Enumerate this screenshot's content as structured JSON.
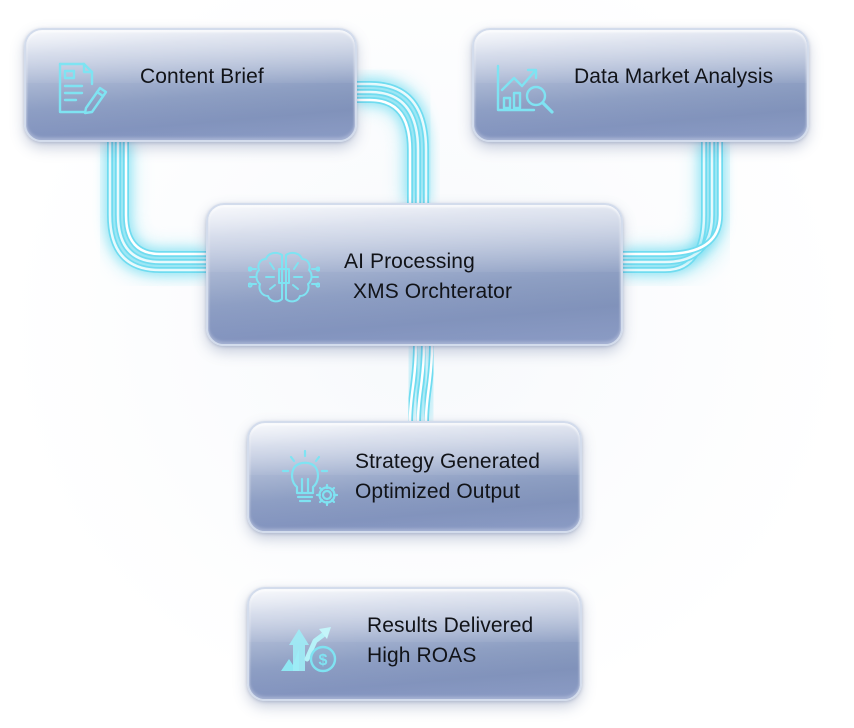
{
  "diagram": {
    "type": "workflow",
    "nodes": [
      {
        "id": "content-brief",
        "icon": "document-edit-icon",
        "lines": [
          "Content Brief"
        ]
      },
      {
        "id": "data-market-analysis",
        "icon": "chart-magnifier-icon",
        "lines": [
          "Data Market Analysis"
        ]
      },
      {
        "id": "ai-processing",
        "icon": "circuit-brain-icon",
        "lines": [
          "AI Processing",
          "XMS Orchterator"
        ]
      },
      {
        "id": "strategy-generated",
        "icon": "lightbulb-gear-icon",
        "lines": [
          "Strategy Generated",
          "Optimized Output"
        ]
      },
      {
        "id": "results-delivered",
        "icon": "growth-dollar-icon",
        "lines": [
          "Results Delivered",
          "High ROAS"
        ]
      }
    ],
    "edges": [
      {
        "from": "content-brief",
        "to": "ai-processing",
        "style": "glowing-triple-line"
      },
      {
        "from": "content-brief",
        "to": "ai-processing",
        "style": "glowing-triple-line"
      },
      {
        "from": "data-market-analysis",
        "to": "ai-processing",
        "style": "glowing-triple-line"
      },
      {
        "from": "ai-processing",
        "to": "strategy-generated",
        "style": "glowing-triple-line"
      }
    ],
    "colors": {
      "node_fill_top": "#eef1f8",
      "node_fill_mid": "#a4b2d0",
      "node_fill_bottom": "#7f91b8",
      "node_border": "#d3dcec",
      "icon_stroke": "#7fe3f2",
      "connector_glow": "#6fdcf0",
      "connector_core": "#ffffff",
      "label_text": "#111318"
    }
  }
}
